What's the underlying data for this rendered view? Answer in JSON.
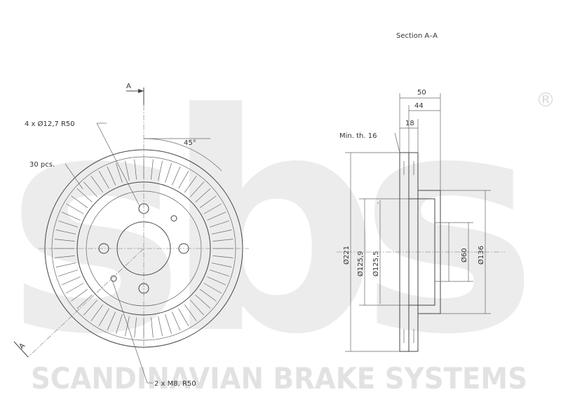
{
  "watermark": {
    "logo_text": "sbs",
    "registered_mark": "®",
    "brand_line": "SCANDINAVIAN BRAKE SYSTEMS"
  },
  "section_title": "Section A–A",
  "front_view": {
    "cut_label_top": "A",
    "cut_label_bottom": "A",
    "holes_label": "4 x Ø12,7 R50",
    "vanes_label": "30 pcs.",
    "angle_label": "45°",
    "threads_label": "2 x M8, R50"
  },
  "section_view": {
    "min_thickness_label": "Min. th. 16",
    "dims": {
      "width_total": "50",
      "width_hat": "44",
      "disc_thickness": "18",
      "outer_diameter": "Ø221",
      "bore_diameter_1": "Ø125,9",
      "bore_diameter_2": "Ø125,5",
      "center_bore": "Ø60",
      "hat_diameter": "Ø136"
    }
  },
  "colors": {
    "line": "#444444",
    "watermark": "#e6e6e6",
    "text": "#333333"
  }
}
